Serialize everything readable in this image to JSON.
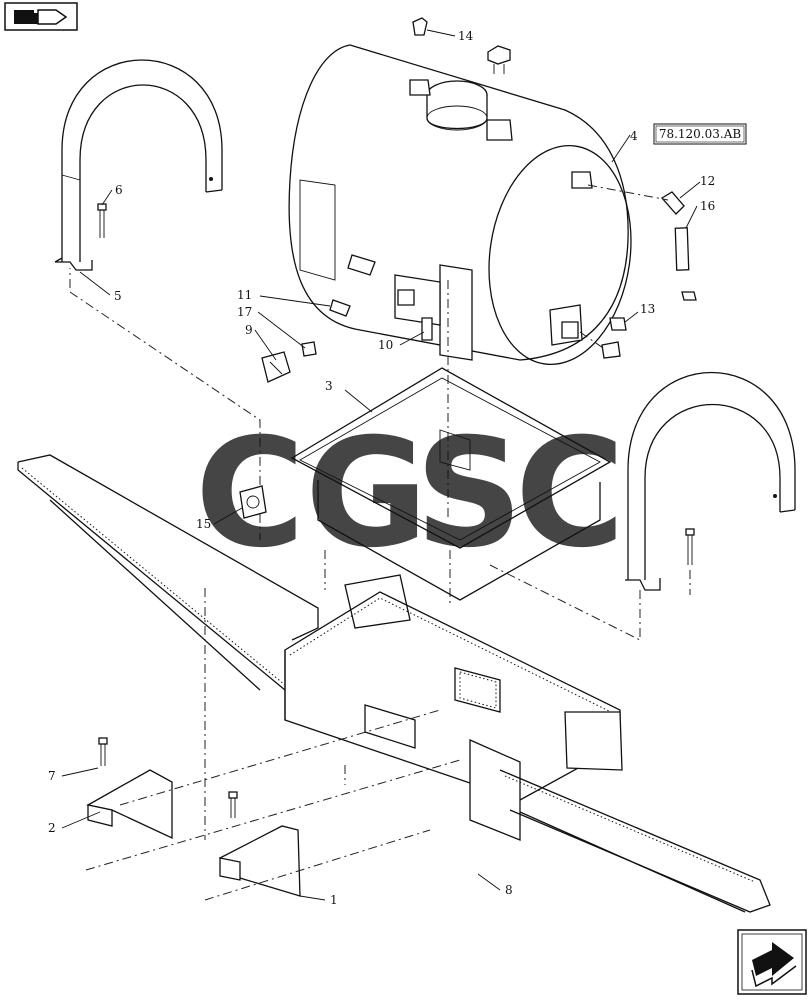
{
  "callouts": [
    {
      "id": "c1",
      "text": "1"
    },
    {
      "id": "c2",
      "text": "2"
    },
    {
      "id": "c3",
      "text": "3"
    },
    {
      "id": "c4",
      "text": "4"
    },
    {
      "id": "c5",
      "text": "5"
    },
    {
      "id": "c6",
      "text": "6"
    },
    {
      "id": "c7",
      "text": "7"
    },
    {
      "id": "c8",
      "text": "8"
    },
    {
      "id": "c9",
      "text": "9"
    },
    {
      "id": "c10",
      "text": "10"
    },
    {
      "id": "c11",
      "text": "11"
    },
    {
      "id": "c12",
      "text": "12"
    },
    {
      "id": "c13",
      "text": "13"
    },
    {
      "id": "c14",
      "text": "14"
    },
    {
      "id": "c15",
      "text": "15"
    },
    {
      "id": "c16",
      "text": "16"
    },
    {
      "id": "c17",
      "text": "17"
    }
  ],
  "reference_box": "78.120.03.AB",
  "watermark": {
    "letters": [
      "C",
      "G",
      "S",
      "C"
    ],
    "colors": [
      "#5b8fe8",
      "#ee6f6f",
      "#f7d55a",
      "#3fa86e"
    ]
  },
  "nav": {
    "top_left_icon": "folder-back-icon",
    "bottom_right_icon": "next-page-arrow-icon"
  }
}
